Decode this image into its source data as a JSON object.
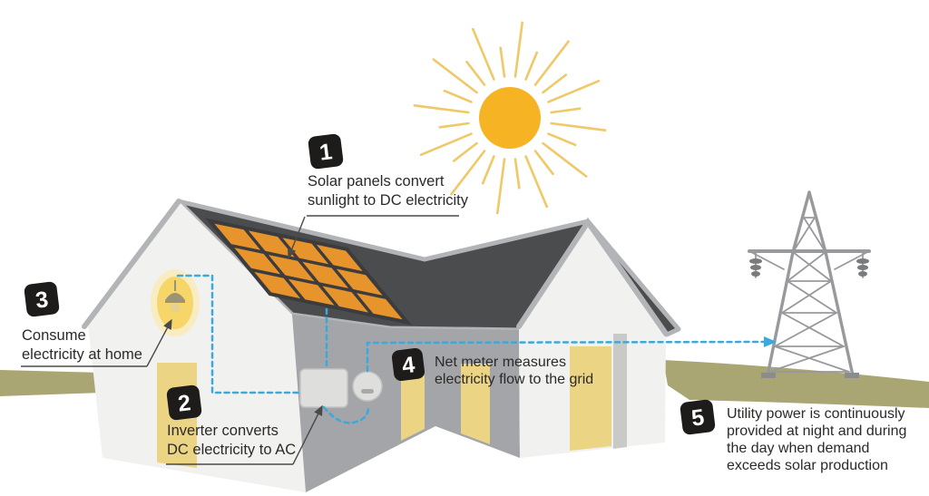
{
  "diagram": {
    "steps": [
      {
        "number": "1",
        "lines": [
          "Solar panels convert",
          "sunlight to DC electricity"
        ]
      },
      {
        "number": "2",
        "lines": [
          "Inverter converts",
          "DC electricity to AC"
        ]
      },
      {
        "number": "3",
        "lines": [
          "Consume",
          "electricity at home"
        ]
      },
      {
        "number": "4",
        "lines": [
          "Net meter measures",
          "electricity flow to the grid"
        ]
      },
      {
        "number": "5",
        "lines": [
          "Utility power is continuously",
          "provided at night and during",
          "the day when demand",
          "exceeds solar production"
        ]
      }
    ],
    "icons": {
      "sun": "sun-with-rays",
      "solar-panel": "orange-grid-panel",
      "light": "pendant-lamp-in-yellow-oval",
      "inverter": "wall-box",
      "net-meter": "round-meter",
      "utility-tower": "lattice-transmission-tower"
    }
  },
  "colors": {
    "sun": "#F6B425",
    "sun-ray": "#EFC868",
    "roof": "#4B4C4E",
    "roof-trim": "#B2B4B7",
    "panel": "#E8942C",
    "panel-frame": "#3C3C3E",
    "wall-white": "#F1F1EF",
    "wall-gray": "#A3A5A8",
    "wall-shade": "#C9CAC8",
    "door": "#ECD485",
    "halo": "#F9ECC0",
    "bulb": "#F6D569",
    "lamp": "#9C9274",
    "lamp-bulb": "#E5D096",
    "device": "#DEDEDC",
    "ground": "#A9A673",
    "flow": "#3AA9DC",
    "badge": "#1D1C1A",
    "text": "#2B2A28",
    "pointer": "#4A4A48",
    "tower": "#97999C",
    "insulator": "#797B7D"
  }
}
